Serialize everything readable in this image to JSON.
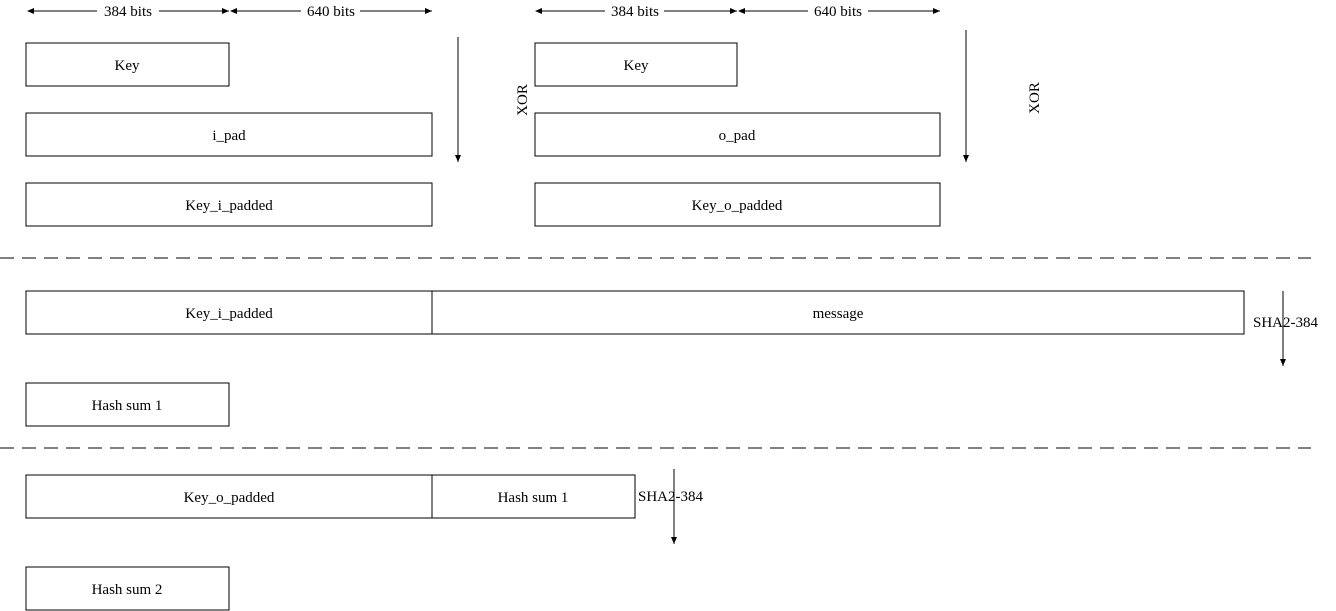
{
  "dimensions": {
    "left_key": "384 bits",
    "left_pad": "640 bits",
    "right_key": "384 bits",
    "right_pad": "640 bits"
  },
  "inner_pad": {
    "key": "Key",
    "pad": "i_pad",
    "result": "Key_i_padded",
    "operation": "XOR"
  },
  "outer_pad": {
    "key": "Key",
    "pad": "o_pad",
    "result": "Key_o_padded",
    "operation": "XOR"
  },
  "first_hash": {
    "input_key": "Key_i_padded",
    "input_message": "message",
    "operation": "SHA2-384",
    "output": "Hash sum 1"
  },
  "second_hash": {
    "input_key": "Key_o_padded",
    "input_hash": "Hash sum 1",
    "operation": "SHA2-384",
    "output": "Hash sum 2"
  }
}
